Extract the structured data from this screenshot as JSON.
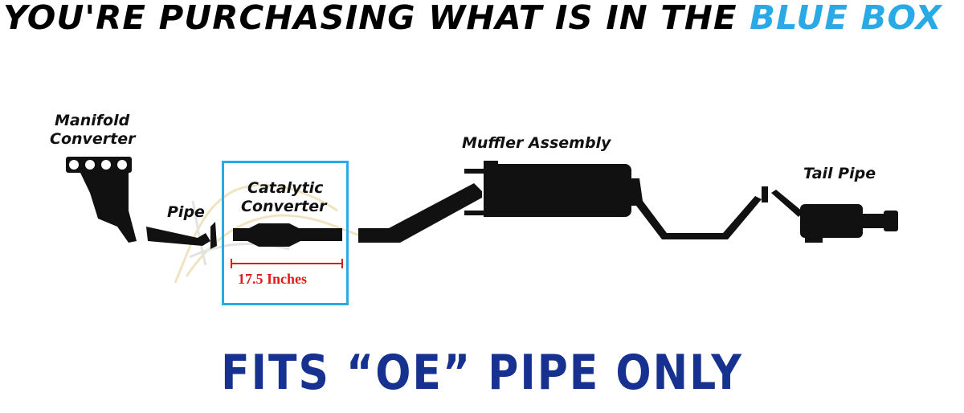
{
  "header": {
    "text_main": "YOU'RE PURCHASING WHAT IS IN THE ",
    "text_accent": "BLUE BOX",
    "accent_color": "#29a9e6"
  },
  "labels": {
    "manifold_line1": "Manifold",
    "manifold_line2": "Converter",
    "pipe": "Pipe",
    "catalytic_line1": "Catalytic",
    "catalytic_line2": "Converter",
    "muffler": "Muffler Assembly",
    "tailpipe": "Tail Pipe"
  },
  "measurement": {
    "text": "17.5 Inches",
    "color": "#e21c1c"
  },
  "footer": {
    "text": "FITS “OE” PIPE ONLY",
    "color": "#16318f"
  },
  "highlight_box_color": "#29a9e6"
}
